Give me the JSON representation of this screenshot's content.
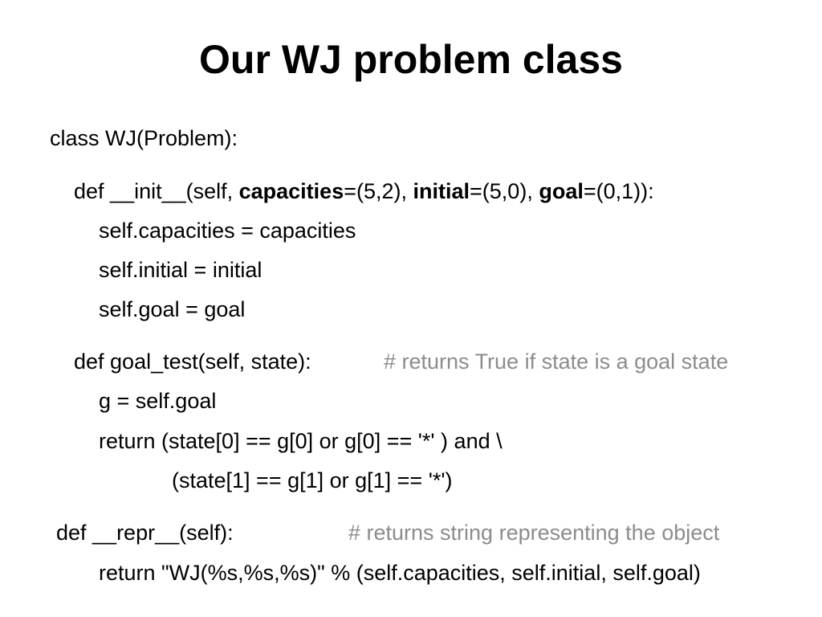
{
  "slide": {
    "title": "Our WJ problem class"
  },
  "code": {
    "class_line": "class WJ(Problem):",
    "init_def": {
      "prefix": "def __init__(self, ",
      "arg1_name": "capacities",
      "arg1_default": "=(5,2), ",
      "arg2_name": "initial",
      "arg2_default": "=(5,0), ",
      "arg3_name": "goal",
      "arg3_default": "=(0,1)):"
    },
    "init_body": [
      "self.capacities = capacities",
      "self.initial = initial",
      "self.goal = goal"
    ],
    "goal_test_def": "def goal_test(self, state):",
    "goal_test_comment": "# returns True if state is a goal state",
    "goal_test_body": [
      "g = self.goal",
      "return (state[0] == g[0] or g[0] == '*' ) and \\",
      "(state[1] == g[1] or g[1] == '*')"
    ],
    "repr_def": "def __repr__(self):",
    "repr_comment": "# returns string representing the object",
    "repr_body": "return \"WJ(%s,%s,%s)\" % (self.capacities, self.initial, self.goal)"
  }
}
